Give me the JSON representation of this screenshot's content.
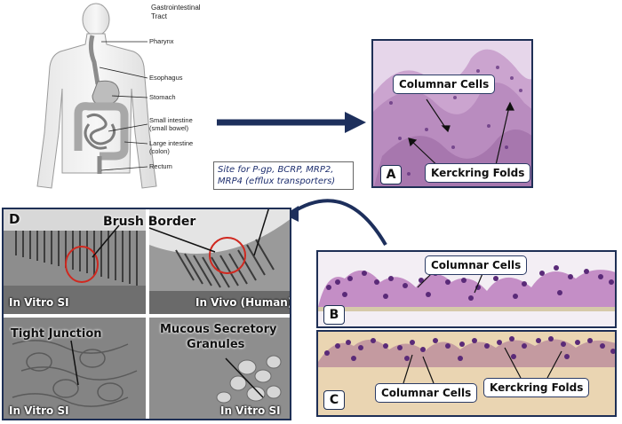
{
  "anatomy": {
    "title": "Gastrointestinal Tract",
    "labels": {
      "pharynx": "Pharynx",
      "esophagus": "Esophagus",
      "stomach": "Stomach",
      "small_intestine_1": "Small intestine",
      "small_intestine_2": "(small bowel)",
      "large_intestine_1": "Large intestine",
      "large_intestine_2": "(colon)",
      "rectum": "Rectum"
    }
  },
  "site_box": {
    "line1": "Site for P-gp, BCRP, MRP2,",
    "line2": "MRP4 (efflux transporters)"
  },
  "panel_a": {
    "letter": "A",
    "columnar_cells": "Columnar Cells",
    "kerckring_folds": "Kerckring Folds"
  },
  "panel_b": {
    "letter": "B",
    "columnar_cells": "Columnar Cells"
  },
  "panel_c": {
    "letter": "C",
    "columnar_cells": "Columnar Cells",
    "kerckring_folds": "Kerckring Folds"
  },
  "panel_d": {
    "letter": "D",
    "brush_border": "Brush Border",
    "in_vitro_si_1": "In Vitro SI",
    "in_vivo_human": "In Vivo (Human)",
    "tight_junction": "Tight Junction",
    "in_vitro_si_2": "In Vitro SI",
    "mucous_line1": "Mucous Secretory",
    "mucous_line2": "Granules",
    "in_vitro_si_3": "In Vitro SI"
  },
  "colors": {
    "panel_border": "#1e2f55",
    "arrow": "#1d2f5c",
    "he_stain_pink": "#c79ac8",
    "nuclei_purple": "#5a2a78",
    "em_gray": "#8a8a8a"
  }
}
